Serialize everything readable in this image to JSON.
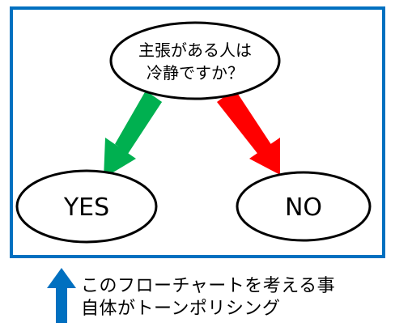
{
  "colors": {
    "frame": "#0070c0",
    "yes_arrow": "#00b050",
    "no_arrow": "#ff0000",
    "up_arrow": "#0070c0"
  },
  "diagram": {
    "question_line1": "主張がある人は",
    "question_line2": "冷静ですか？",
    "yes_label": "YES",
    "no_label": "NO"
  },
  "caption": {
    "line1": "このフローチャートを考える事",
    "line2": "自体がトーンポリシング"
  },
  "icons": {
    "up_arrow": "up-arrow-icon"
  }
}
